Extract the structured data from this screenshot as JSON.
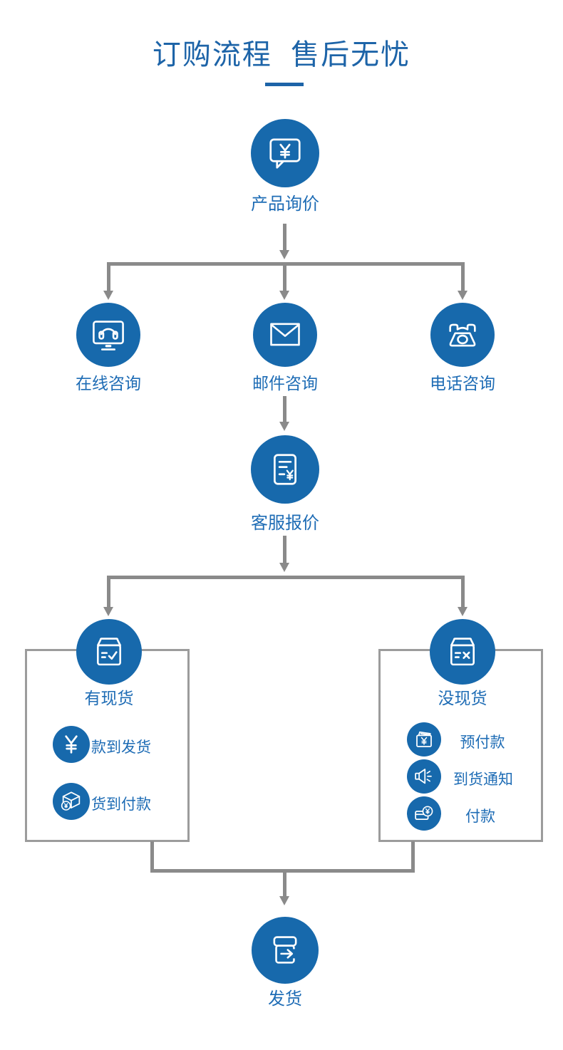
{
  "title": "订购流程  售后无忧",
  "colors": {
    "accent_blue": "#1769ac",
    "text_blue": "#1e6cb5",
    "title_blue": "#1d64a8",
    "connector_gray": "#8a8a8a",
    "box_border_gray": "#9c9c9c"
  },
  "flow": {
    "start": {
      "label": "产品询价",
      "icon": "chat-yuan-icon"
    },
    "consult_options": [
      {
        "label": "在线咨询",
        "icon": "online-support-icon"
      },
      {
        "label": "邮件咨询",
        "icon": "email-icon"
      },
      {
        "label": "电话咨询",
        "icon": "telephone-icon"
      }
    ],
    "quote": {
      "label": "客服报价",
      "icon": "quotation-doc-icon"
    },
    "decision": {
      "in_stock": {
        "label": "有现货",
        "icon": "box-check-icon",
        "items": [
          {
            "label": "款到发货",
            "icon": "yuan-icon"
          },
          {
            "label": "货到付款",
            "icon": "package-coin-icon"
          }
        ]
      },
      "out_of_stock": {
        "label": "没现货",
        "icon": "box-x-icon",
        "items": [
          {
            "label": "预付款",
            "icon": "wallet-yuan-icon"
          },
          {
            "label": "到货通知",
            "icon": "speaker-icon"
          },
          {
            "label": "付款",
            "icon": "card-coin-icon"
          }
        ]
      }
    },
    "end": {
      "label": "发货",
      "icon": "ship-box-icon"
    }
  }
}
